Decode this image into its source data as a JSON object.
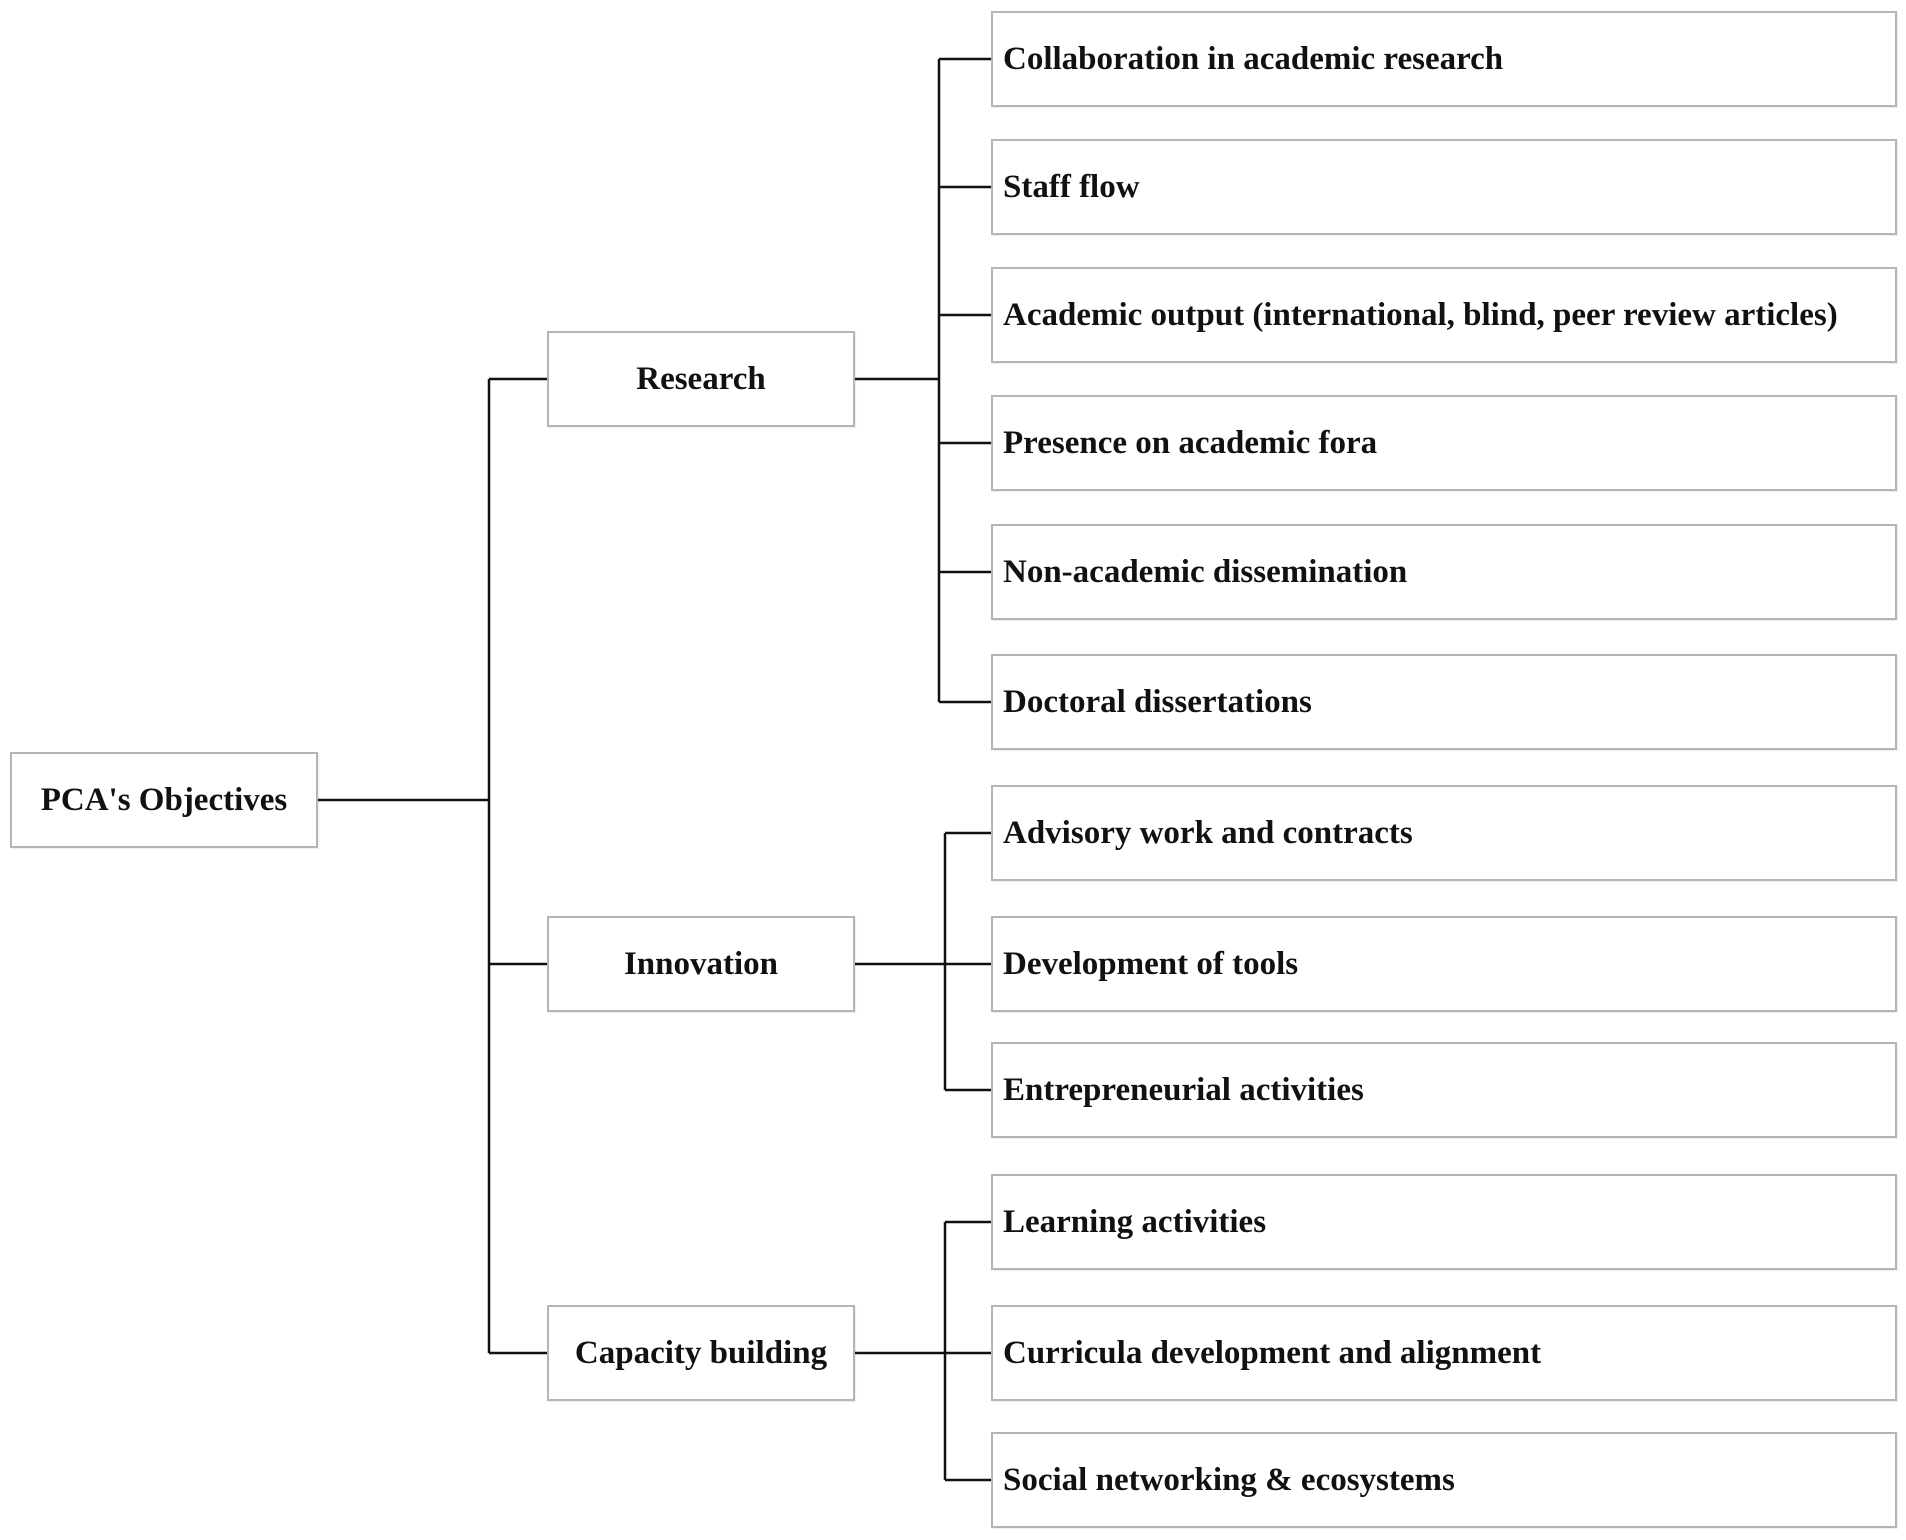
{
  "root": {
    "label": "PCA's Objectives"
  },
  "branches": [
    {
      "label": "Research",
      "children": [
        "Collaboration in academic research",
        "Staff flow",
        "Academic output (international, blind, peer review articles)",
        "Presence on academic fora",
        "Non-academic dissemination",
        "Doctoral dissertations"
      ]
    },
    {
      "label": "Innovation",
      "children": [
        "Advisory work and contracts",
        "Development of tools",
        "Entrepreneurial activities"
      ]
    },
    {
      "label": "Capacity building",
      "children": [
        "Learning activities",
        "Curricula development and alignment",
        "Social networking & ecosystems"
      ]
    }
  ]
}
